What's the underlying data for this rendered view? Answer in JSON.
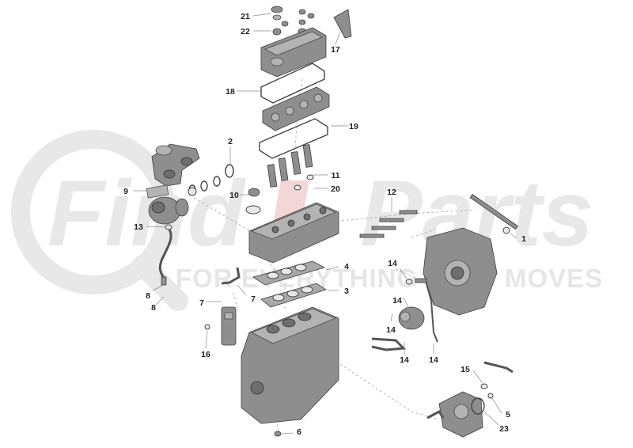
{
  "watermark": {
    "logo": "FindItParts",
    "tagline": "FOR EVERYTHING THAT MOVES"
  },
  "callouts": [
    {
      "id": "callout-21",
      "text": "21"
    },
    {
      "id": "callout-22",
      "text": "22"
    },
    {
      "id": "callout-17",
      "text": "17"
    },
    {
      "id": "callout-18",
      "text": "18"
    },
    {
      "id": "callout-19",
      "text": "19"
    },
    {
      "id": "callout-2",
      "text": "2"
    },
    {
      "id": "callout-11",
      "text": "11"
    },
    {
      "id": "callout-20",
      "text": "20"
    },
    {
      "id": "callout-9",
      "text": "9"
    },
    {
      "id": "callout-10",
      "text": "10"
    },
    {
      "id": "callout-12",
      "text": "12"
    },
    {
      "id": "callout-13",
      "text": "13"
    },
    {
      "id": "callout-1",
      "text": "1"
    },
    {
      "id": "callout-4",
      "text": "4"
    },
    {
      "id": "callout-3",
      "text": "3"
    },
    {
      "id": "callout-14a",
      "text": "14"
    },
    {
      "id": "callout-14b",
      "text": "14"
    },
    {
      "id": "callout-14c",
      "text": "14"
    },
    {
      "id": "callout-14d",
      "text": "14"
    },
    {
      "id": "callout-14e",
      "text": "14"
    },
    {
      "id": "callout-8a",
      "text": "8"
    },
    {
      "id": "callout-8b",
      "text": "8"
    },
    {
      "id": "callout-7a",
      "text": "7"
    },
    {
      "id": "callout-7b",
      "text": "7"
    },
    {
      "id": "callout-16",
      "text": "16"
    },
    {
      "id": "callout-15",
      "text": "15"
    },
    {
      "id": "callout-5",
      "text": "5"
    },
    {
      "id": "callout-23",
      "text": "23"
    },
    {
      "id": "callout-6",
      "text": "6"
    }
  ],
  "colors": {
    "watermark": "#e6e6e6",
    "part": "#8e8e8e",
    "outline": "#3e3e3e",
    "text": "#222222"
  }
}
